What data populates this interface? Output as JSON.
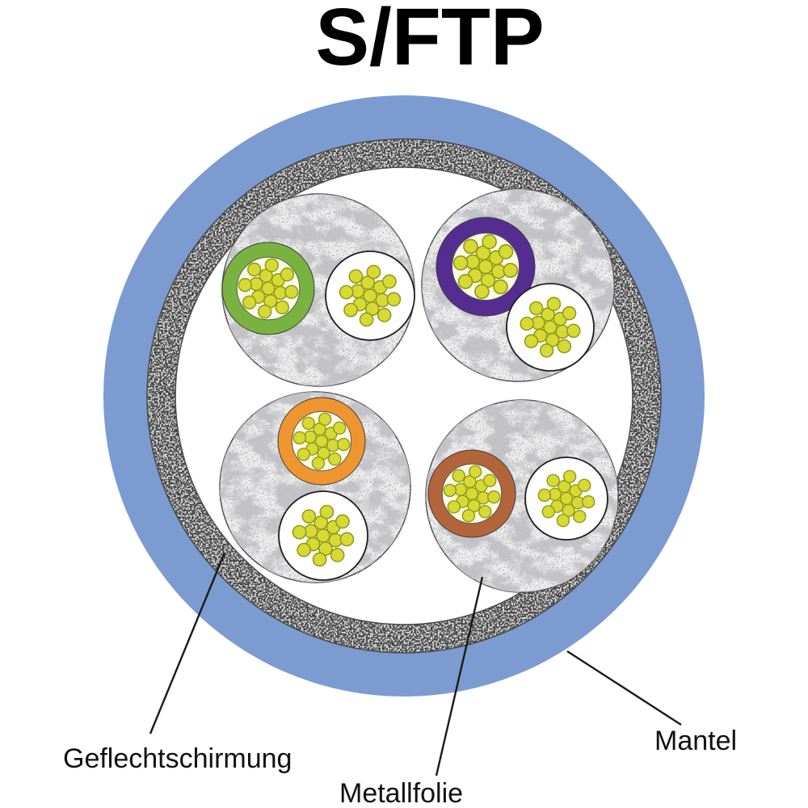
{
  "title": "S/FTP",
  "labels": {
    "braid": "Geflechtschirmung",
    "foil": "Metallfolie",
    "jacket": "Mantel"
  },
  "colors": {
    "jacket_blue": "#7c9bd0",
    "braid_base": "#d6d6d6",
    "braid_speckle": "#111111",
    "foil_base": "#ededed",
    "wire_inner_bed": "#fcfce8",
    "strand_fill": "#d8d935",
    "strand_stroke": "#8f9c18",
    "outline": "#2e2e2e"
  },
  "pairs": [
    {
      "name": "green",
      "hex": "#79b241",
      "mate": "white"
    },
    {
      "name": "violet",
      "hex": "#552d90",
      "mate": "white"
    },
    {
      "name": "orange",
      "hex": "#ef9530",
      "mate": "white"
    },
    {
      "name": "brown",
      "hex": "#b2653a",
      "mate": "white"
    }
  ]
}
